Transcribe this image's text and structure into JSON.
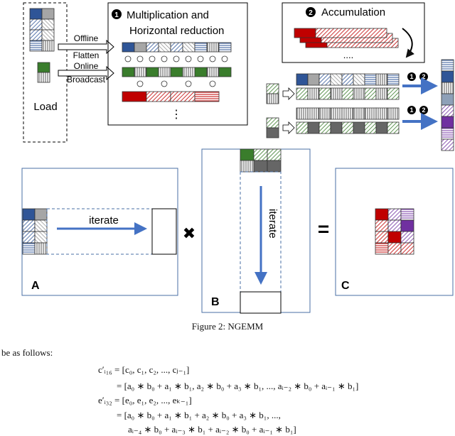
{
  "figure": {
    "load_label": "Load",
    "offline_label": "Offline",
    "flatten_label": "Flatten",
    "online_label": "Online",
    "broadcast_label": "Broadcast",
    "step1_num": "1",
    "step1_line1": "Multiplication and",
    "step1_line2": "Horizontal reduction",
    "step2_num": "2",
    "step2_label": "Accumulation",
    "dots": "....",
    "vdots": "⋮",
    "badge_1": "1",
    "badge_2": "2",
    "iterate_a": "iterate",
    "iterate_b": "iterate",
    "label_a": "A",
    "label_b": "B",
    "label_c": "C",
    "times_symbol": "✖",
    "equals_symbol": "="
  },
  "colors": {
    "blue": "#2f5597",
    "gray": "#a6a6a6",
    "green": "#3a7d2c",
    "red": "#c00000",
    "purple": "#7030a0",
    "dark_gray": "#666666",
    "arrow_blue": "#4472c4",
    "frame_blue": "#4a6fa5"
  },
  "caption": "Figure 2: NGEMM",
  "intro": "be as follows:",
  "equations": {
    "line1": "c′ᵢ₁₆ = [c₀, c₁, c₂, ..., cⱼ₋₁]",
    "line2": "= [a₀ ∗ b₀ + a₁ ∗ b₁, a₂ ∗ b₀ + a₃ ∗ b₁, ..., aᵢ₋₂ ∗ b₀ + aᵢ₋₁ ∗ b₁]",
    "line3": "e′ᵢ₃₂ = [e₀, e₁, e₂, ..., eₖ₋₁]",
    "line4": "= [a₀ ∗ b₀ + a₁ ∗ b₁ + a₂ ∗ b₀ + a₃ ∗ b₁, ...,",
    "line5": "aᵢ₋₄ ∗ b₀ + aᵢ₋₃ ∗ b₁ + aᵢ₋₂ ∗ b₀ + aᵢ₋₁ ∗ b₁]"
  }
}
